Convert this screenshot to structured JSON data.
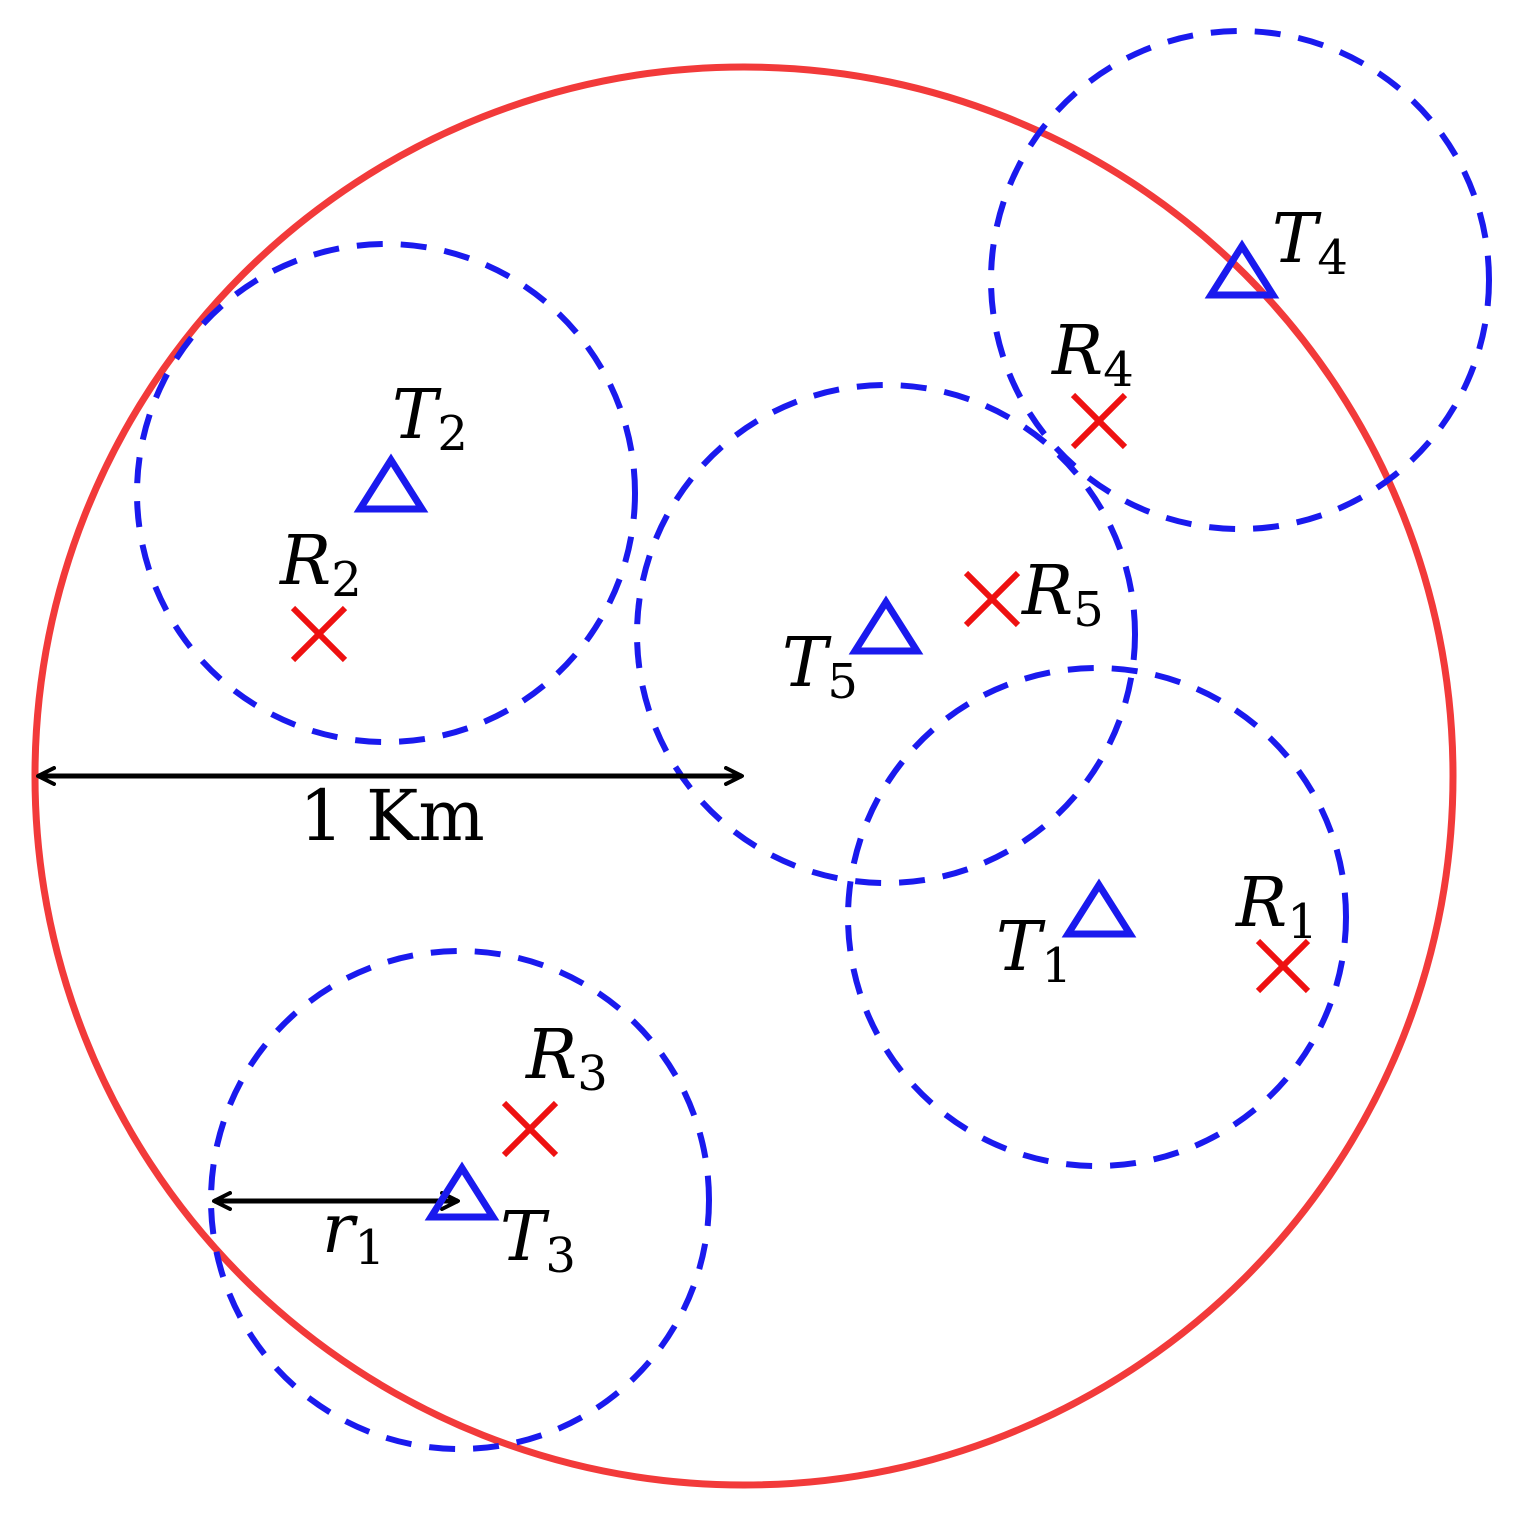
{
  "colors": {
    "boundary": "#f23a3a",
    "coverage": "#1a1aee",
    "transmitter": "#1a1aee",
    "receiver": "#ee1111",
    "arrow": "#000000"
  },
  "legend_icons": {
    "transmitter": "triangle-icon",
    "receiver": "cross-icon"
  },
  "pairs": [
    {
      "t_main": "T",
      "t_sub": "1",
      "r_main": "R",
      "r_sub": "1"
    },
    {
      "t_main": "T",
      "t_sub": "2",
      "r_main": "R",
      "r_sub": "2"
    },
    {
      "t_main": "T",
      "t_sub": "3",
      "r_main": "R",
      "r_sub": "3"
    },
    {
      "t_main": "T",
      "t_sub": "4",
      "r_main": "R",
      "r_sub": "4"
    },
    {
      "t_main": "T",
      "t_sub": "5",
      "r_main": "R",
      "r_sub": "5"
    }
  ],
  "scale_label": "1 Km",
  "radius_label": {
    "main": "r",
    "sub": "1"
  }
}
